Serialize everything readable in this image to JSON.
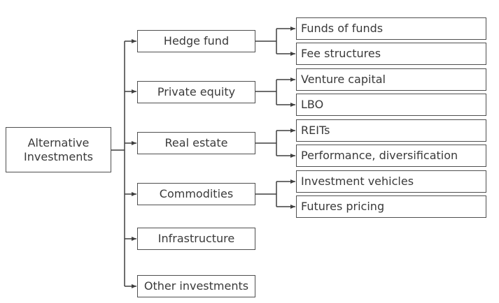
{
  "root": {
    "label": "Alternative\nInvestments"
  },
  "categories": [
    {
      "label": "Hedge fund",
      "children": [
        "Funds of funds",
        "Fee structures"
      ]
    },
    {
      "label": "Private equity",
      "children": [
        "Venture capital",
        "LBO"
      ]
    },
    {
      "label": "Real estate",
      "children": [
        "REITs",
        "Performance, diversification"
      ]
    },
    {
      "label": "Commodities",
      "children": [
        "Investment vehicles",
        "Futures pricing"
      ]
    },
    {
      "label": "Infrastructure",
      "children": []
    },
    {
      "label": "Other investments",
      "children": []
    }
  ],
  "colors": {
    "line": "#3f3f3f",
    "border": "#4f4f4f",
    "text": "#3a3a3a"
  }
}
